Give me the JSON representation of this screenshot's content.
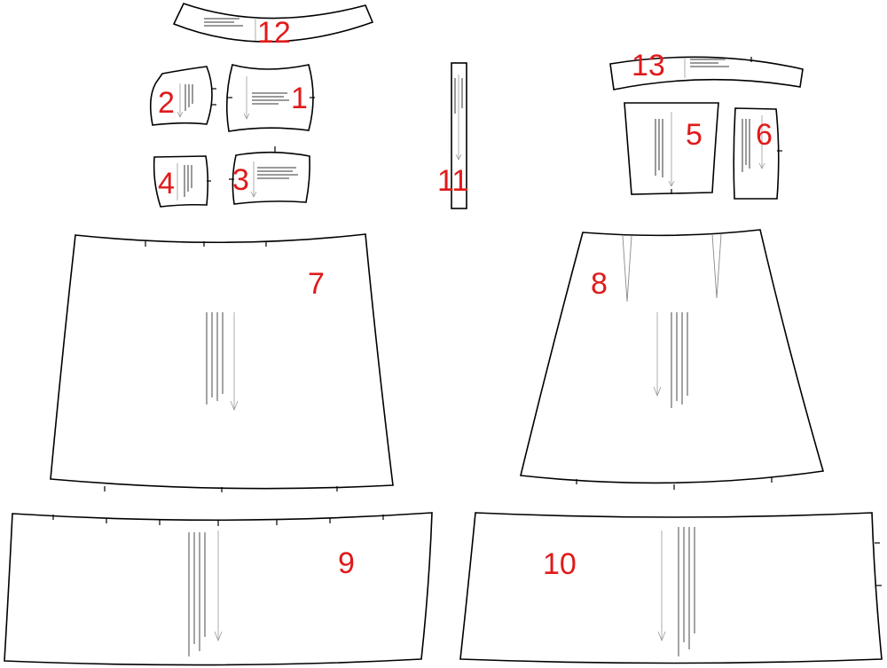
{
  "pattern": {
    "pieces": [
      {
        "number": "1"
      },
      {
        "number": "2"
      },
      {
        "number": "3"
      },
      {
        "number": "4"
      },
      {
        "number": "5"
      },
      {
        "number": "6"
      },
      {
        "number": "7"
      },
      {
        "number": "8"
      },
      {
        "number": "9"
      },
      {
        "number": "10"
      },
      {
        "number": "11"
      },
      {
        "number": "12"
      },
      {
        "number": "13"
      }
    ]
  }
}
